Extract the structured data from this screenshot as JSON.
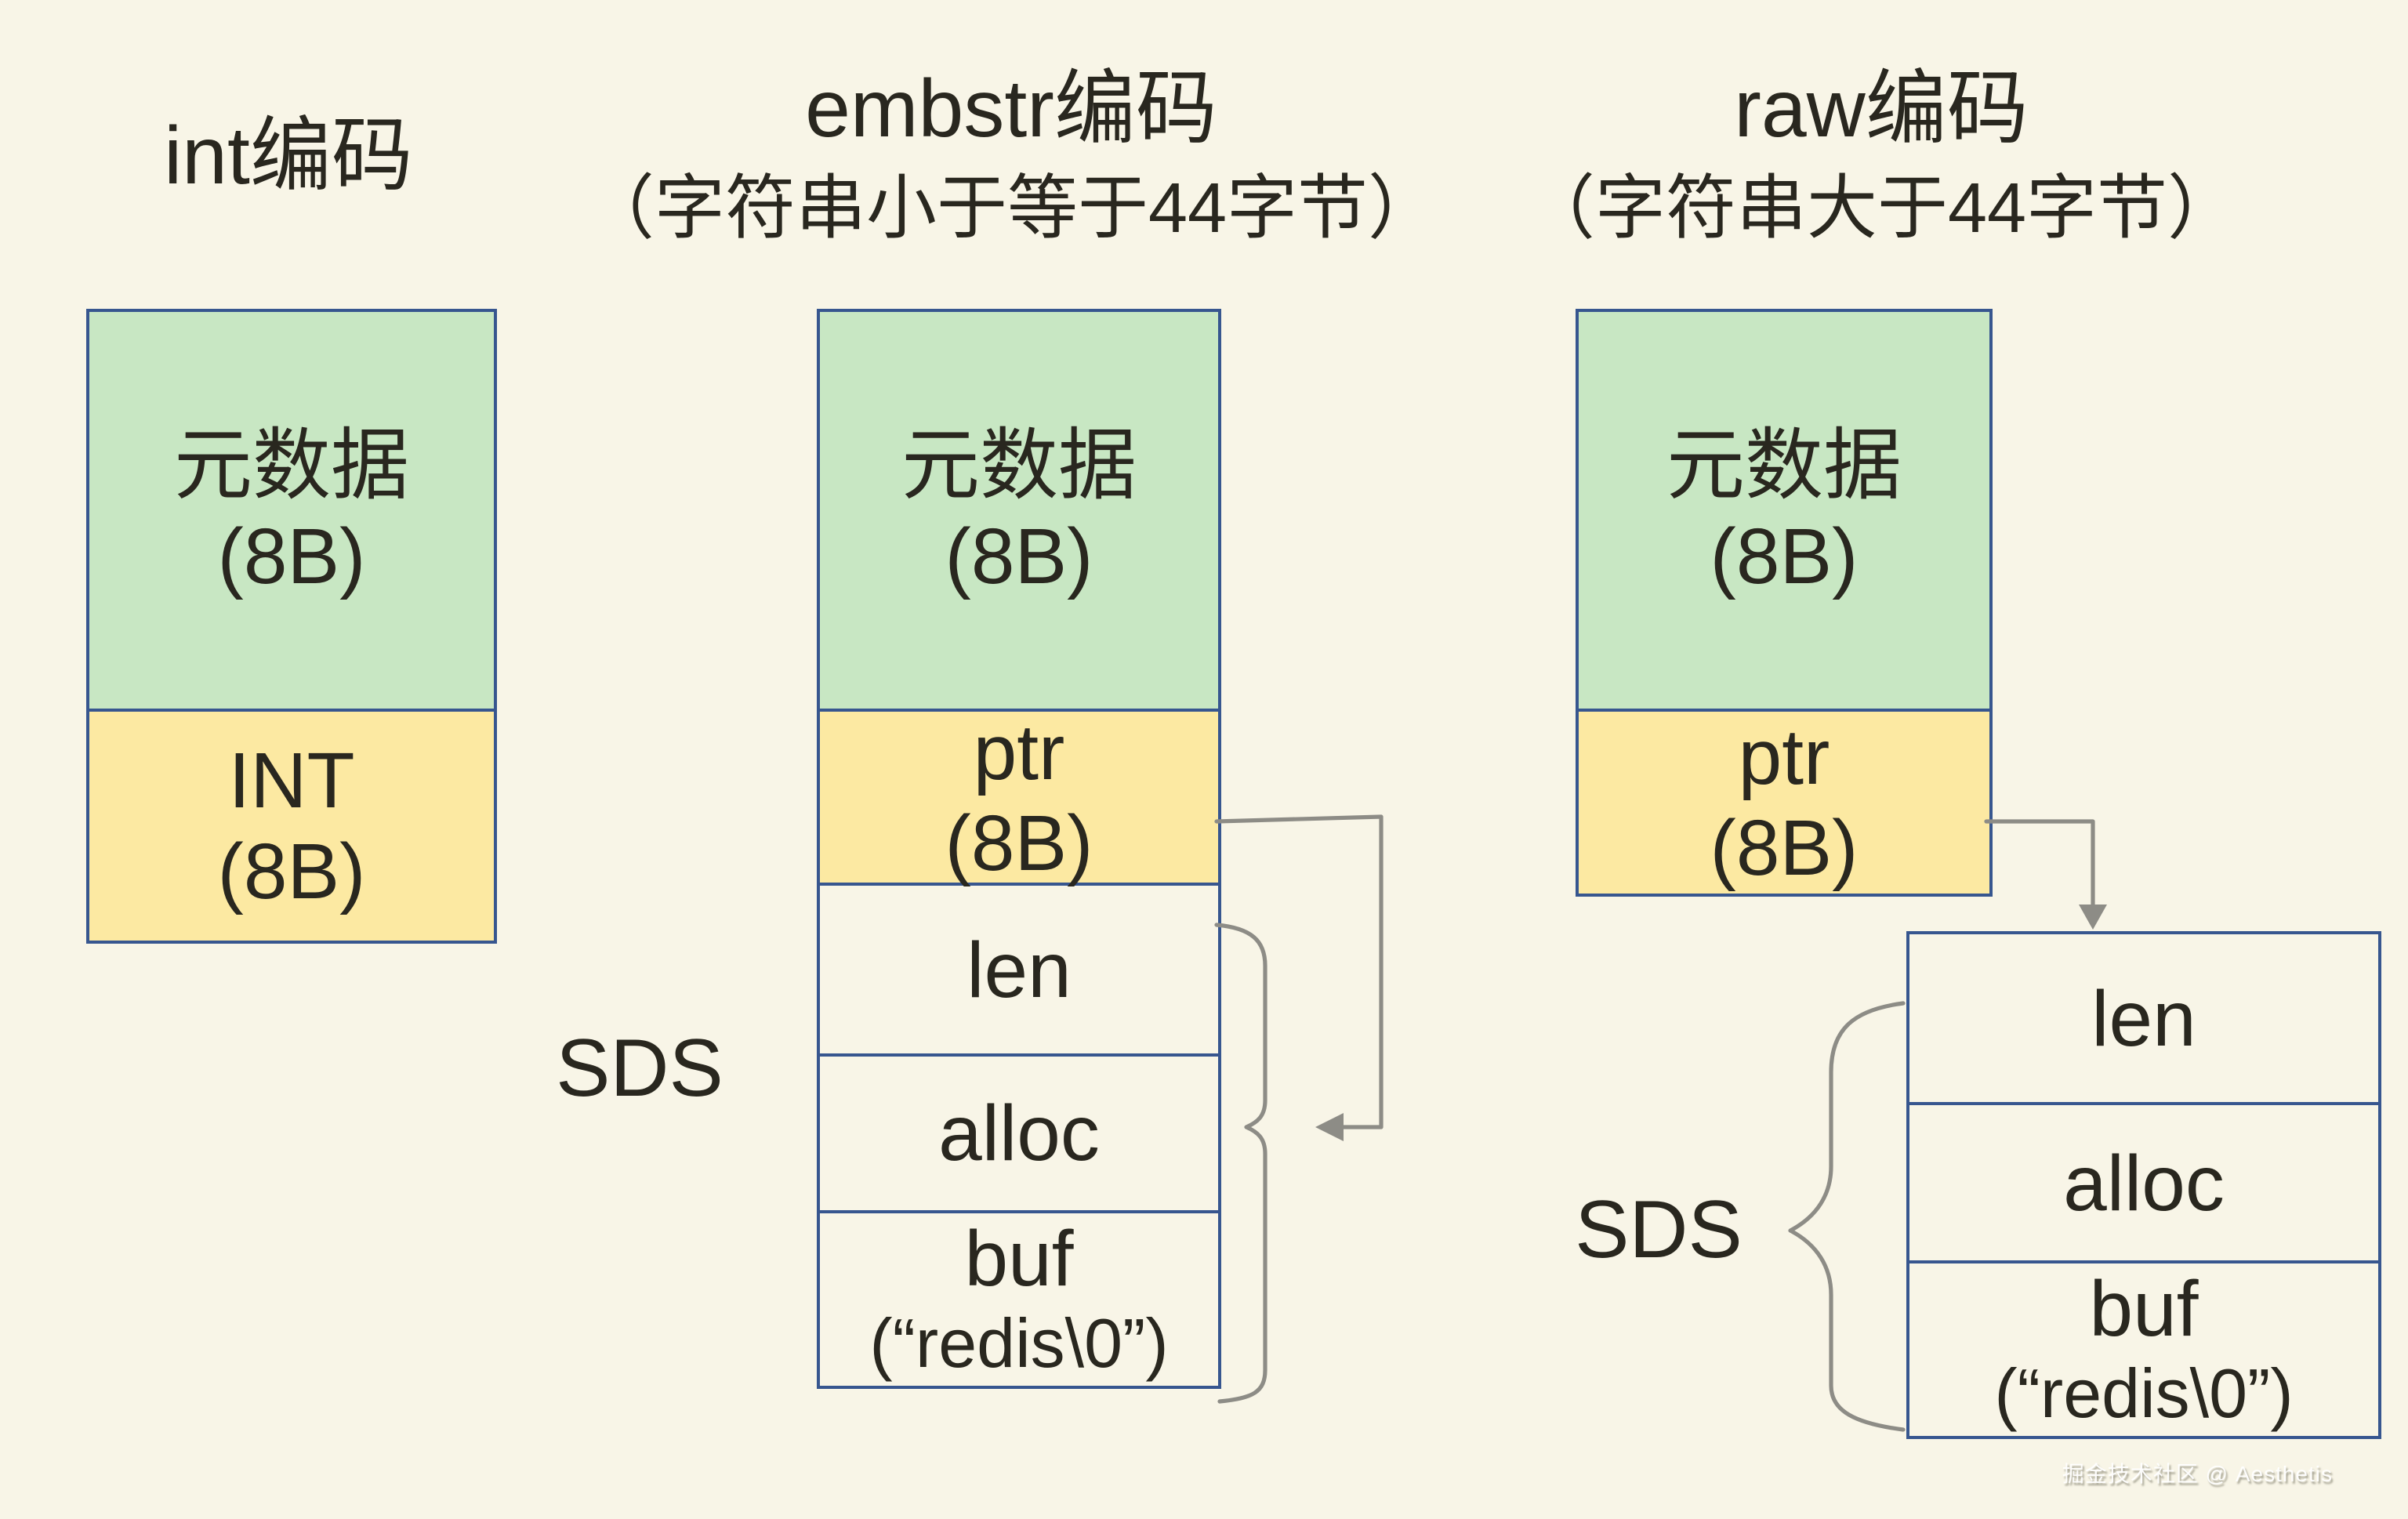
{
  "colors": {
    "background": "#f8f5e7",
    "metadata_green": "#c8e7c3",
    "pointer_yellow": "#fce9a2",
    "box_border_blue": "#37568f",
    "connector_gray": "#8d8c86",
    "text": "#29271f"
  },
  "watermark": "掘金技术社区 @ Aesthetis",
  "int_column": {
    "title": "int编码",
    "meta_label": "元数据",
    "meta_size": "(8B)",
    "int_label": "INT",
    "int_size": "(8B)"
  },
  "embstr_column": {
    "title": "embstr编码",
    "subtitle": "（字符串小于等于44字节）",
    "meta_label": "元数据",
    "meta_size": "(8B)",
    "ptr_label": "ptr",
    "ptr_size": "(8B)",
    "sds_label": "SDS",
    "len_label": "len",
    "alloc_label": "alloc",
    "buf_label": "buf",
    "buf_value": "(“redis\\0”)"
  },
  "raw_column": {
    "title": "raw编码",
    "subtitle": "（字符串大于44字节）",
    "meta_label": "元数据",
    "meta_size": "(8B)",
    "ptr_label": "ptr",
    "ptr_size": "(8B)",
    "sds_label": "SDS",
    "len_label": "len",
    "alloc_label": "alloc",
    "buf_label": "buf",
    "buf_value": "(“redis\\0”)"
  }
}
